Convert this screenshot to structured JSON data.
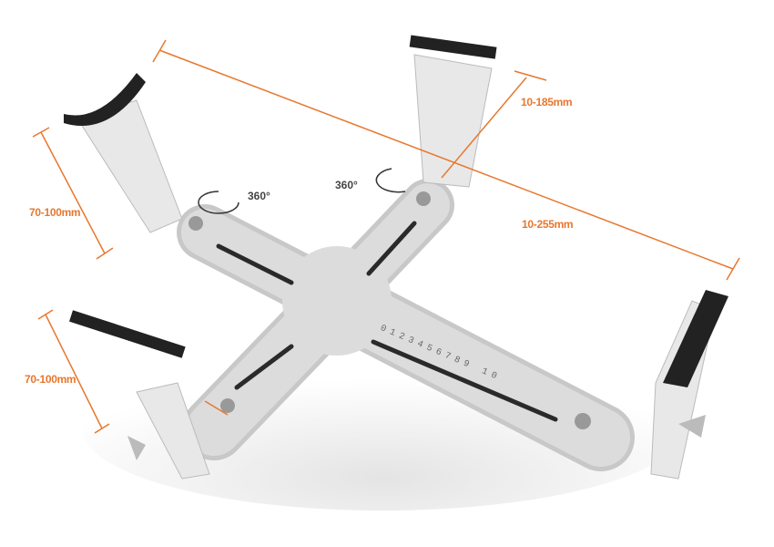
{
  "annotations": {
    "width_range": "10-255mm",
    "depth_range": "10-185mm",
    "left_upper_height": "70-100mm",
    "left_lower_height": "70-100mm",
    "rotation_left": "360°",
    "rotation_right": "360°"
  },
  "scale_markings": {
    "right_arm": "0123456789 10"
  },
  "colors": {
    "accent": "#e8772e",
    "body": "#cfcfcf",
    "pad": "#222222"
  }
}
